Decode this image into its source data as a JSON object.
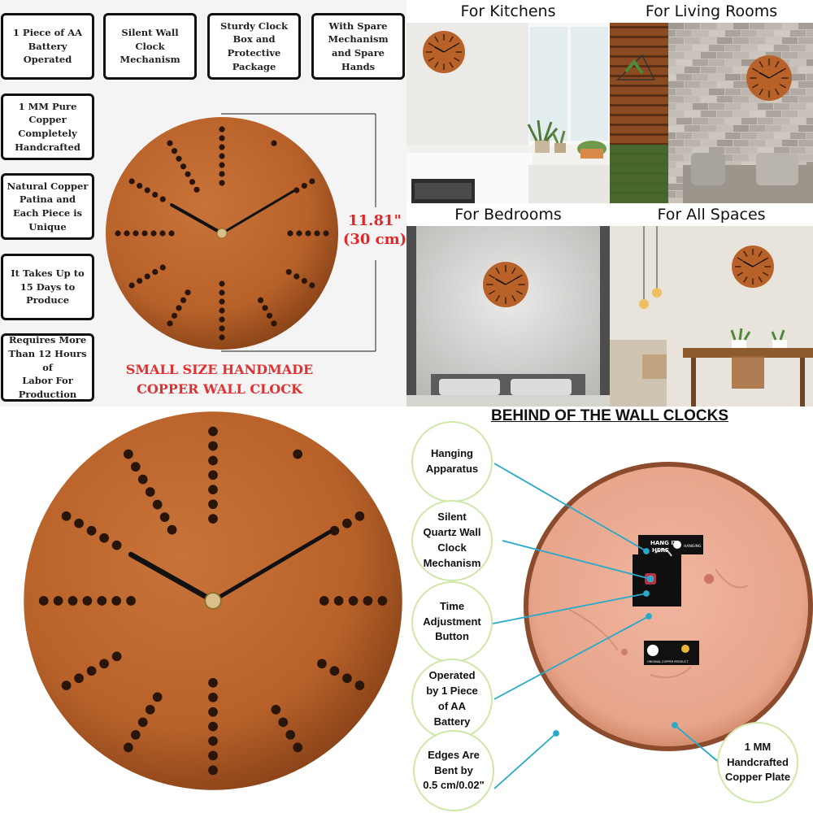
{
  "features": [
    "1 Piece of AA\nBattery\nOperated",
    "Silent Wall\nClock\nMechanism",
    "Sturdy Clock\nBox and\nProtective\nPackage",
    "With Spare\nMechanism\nand Spare\nHands",
    "1 MM Pure\nCopper\nCompletely\nHandcrafted",
    "Natural Copper\nPatina and\nEach Piece is\nUnique",
    "It Takes Up to\n15 Days to\nProduce",
    "Requires More\nThan 12 Hours of\nLabor For\nProduction"
  ],
  "dimension": {
    "inches": "11.81\"",
    "cm": "(30 cm)"
  },
  "product_title": {
    "line1": "SMALL SIZE HANDMADE",
    "line2": "COPPER WALL CLOCK"
  },
  "rooms": [
    "For Kitchens",
    "For Living Rooms",
    "For Bedrooms",
    "For All Spaces"
  ],
  "back_view": {
    "title": "BEHIND OF THE WALL CLOCKS",
    "labels": [
      "Hanging\nApparatus",
      "Silent\nQuartz Wall\nClock\nMechanism",
      "Time\nAdjustment\nButton",
      "Operated\nby 1 Piece\nof AA\nBattery",
      "Edges Are\nBent by\n0.5 cm/0.02\"",
      "1 MM\nHandcrafted\nCopper Plate"
    ]
  },
  "colors": {
    "copper": "#b8622a",
    "copper_dark": "#8a4318",
    "accent_red": "#e02828",
    "callout_line": "#27a9c9",
    "bubble_border": "#cfe7a8"
  }
}
